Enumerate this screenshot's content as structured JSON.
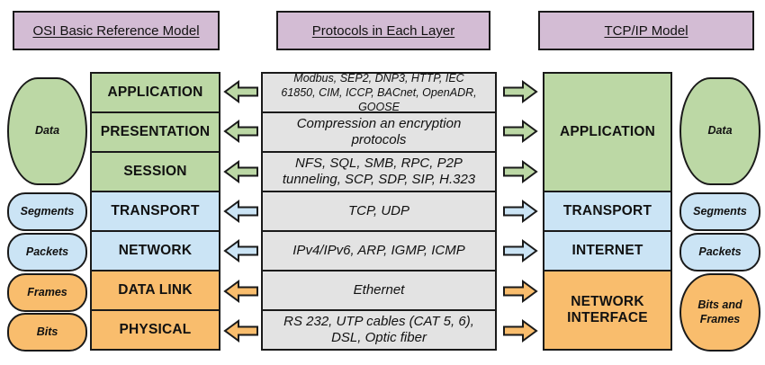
{
  "palette": {
    "green": "#bcd8a5",
    "blue": "#cbe4f5",
    "orange": "#f9bd6d",
    "lavender": "#d3bcd4",
    "gray": "#e3e3e3",
    "outline": "#1a1a1a"
  },
  "headers": {
    "osi": "OSI Basic Reference Model",
    "protocols": "Protocols in Each Layer",
    "tcpip": "TCP/IP Model"
  },
  "osi_layers": [
    {
      "label": "APPLICATION"
    },
    {
      "label": "PRESENTATION"
    },
    {
      "label": "SESSION"
    },
    {
      "label": "TRANSPORT"
    },
    {
      "label": "NETWORK"
    },
    {
      "label": "DATA LINK"
    },
    {
      "label": "PHYSICAL"
    }
  ],
  "protocol_rows": [
    {
      "text": "Modbus, SEP2, DNP3, HTTP, IEC 61850, CIM, ICCP, BACnet, OpenADR, GOOSE"
    },
    {
      "text": "Compression an encryption protocols"
    },
    {
      "text": "NFS, SQL, SMB, RPC, P2P tunneling, SCP, SDP, SIP, H.323"
    },
    {
      "text": "TCP, UDP"
    },
    {
      "text": "IPv4/IPv6, ARP, IGMP, ICMP"
    },
    {
      "text": "Ethernet"
    },
    {
      "text": "RS 232, UTP cables (CAT 5, 6), DSL, Optic fiber"
    }
  ],
  "tcpip_layers": [
    {
      "label": "APPLICATION"
    },
    {
      "label": "TRANSPORT"
    },
    {
      "label": "INTERNET"
    },
    {
      "label": "NETWORK INTERFACE"
    }
  ],
  "left_units": [
    {
      "label": "Data"
    },
    {
      "label": "Segments"
    },
    {
      "label": "Packets"
    },
    {
      "label": "Frames"
    },
    {
      "label": "Bits"
    }
  ],
  "right_units": [
    {
      "label": "Data"
    },
    {
      "label": "Segments"
    },
    {
      "label": "Packets"
    },
    {
      "label": "Bits and Frames"
    }
  ]
}
